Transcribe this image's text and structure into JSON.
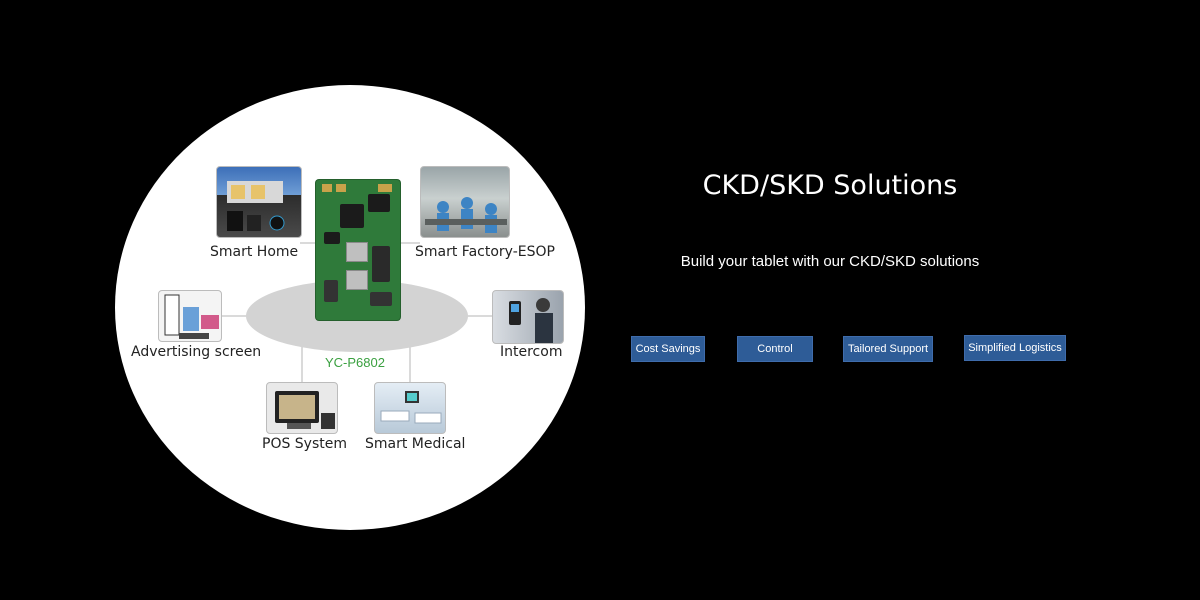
{
  "diagram": {
    "hub_label": "YC-P6802",
    "nodes": [
      {
        "id": "smart-home",
        "label": "Smart Home"
      },
      {
        "id": "smart-factory",
        "label": "Smart Factory-ESOP"
      },
      {
        "id": "advertising",
        "label": "Advertising screen"
      },
      {
        "id": "intercom",
        "label": "Intercom"
      },
      {
        "id": "pos",
        "label": "POS System"
      },
      {
        "id": "medical",
        "label": "Smart Medical"
      }
    ]
  },
  "panel": {
    "title": "CKD/SKD Solutions",
    "subtitle": "Build your tablet with our CKD/SKD solutions",
    "buttons": [
      {
        "label": "Cost Savings"
      },
      {
        "label": "Control"
      },
      {
        "label": "Tailored Support"
      },
      {
        "label": "Simplified Logistics"
      }
    ]
  },
  "colors": {
    "background": "#000000",
    "button": "#2e5c97",
    "hub_label": "#3aa040"
  }
}
